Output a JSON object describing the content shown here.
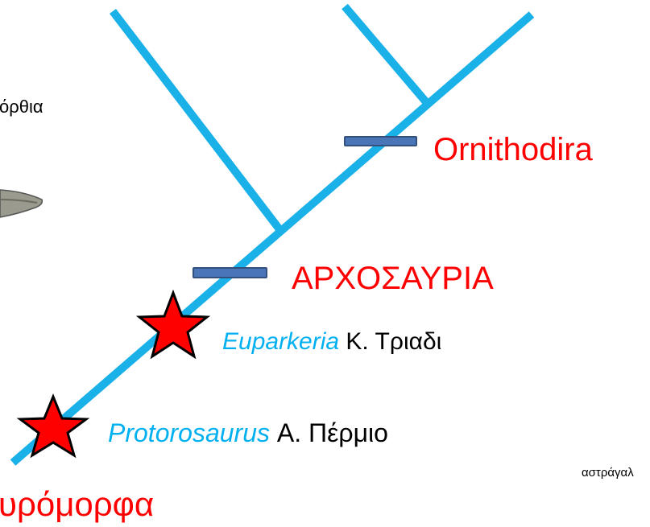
{
  "labels": {
    "crop_top_left": "όρθια",
    "ornithodira": "Ornithodira",
    "archosauria": "ΑΡΧΟΣΑΥΡΙΑ",
    "euparkeria_genus": "Euparkeria",
    "euparkeria_age": " Κ. Τριαδι",
    "protorosaurus_genus": "Protorosaurus",
    "protorosaurus_age": " Α. Πέρμιο",
    "astragalos": "αστράγαλ",
    "sauromorpha": "υρόμορφα"
  },
  "colors": {
    "branch": "#1ab0e8",
    "node_marker_fill": "#4a76b8",
    "node_marker_stroke": "#33507f",
    "star_fill": "#ff0000",
    "star_stroke": "#000000",
    "clade_label": "#ff0000",
    "genus_label": "#00b0f0"
  },
  "icons": {
    "fossil_marker": "red-star-icon",
    "synapomorphy_marker": "bar-marker-icon"
  }
}
